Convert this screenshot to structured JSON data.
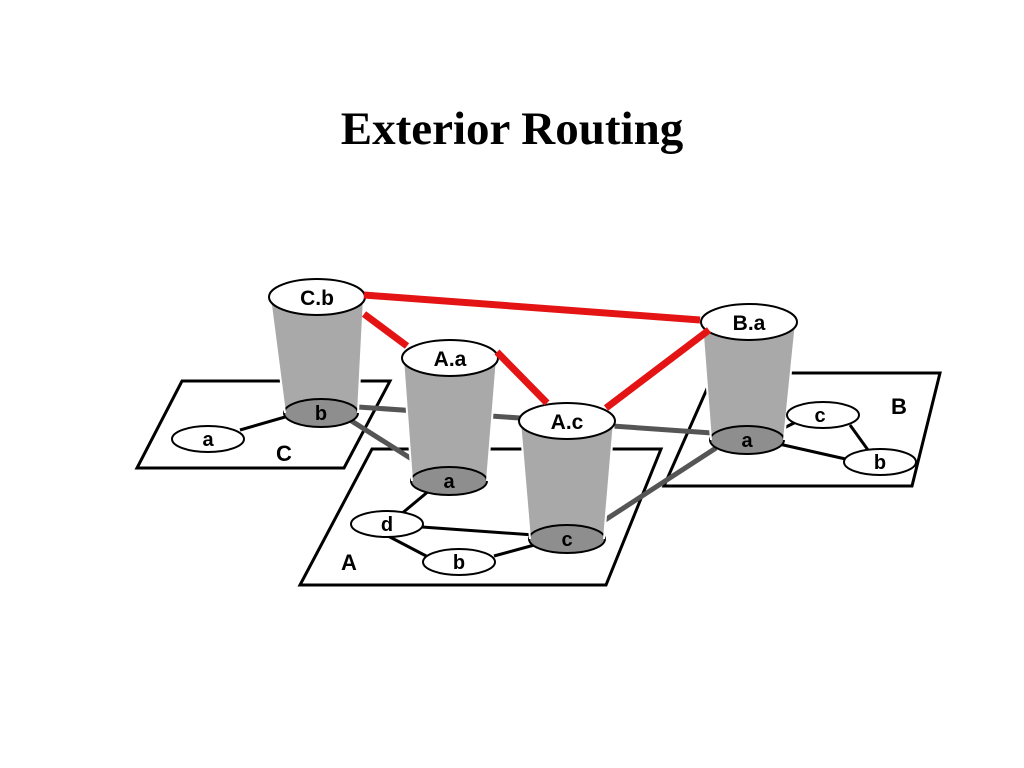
{
  "title": "Exterior Routing",
  "colors": {
    "background": "#ffffff",
    "exterior_link": "#e41414",
    "interior_link": "#555555",
    "router_cylinder": "#a9a9a9",
    "router_base": "#8e8e8e",
    "outline": "#000000"
  },
  "domains": {
    "A": {
      "label": "A"
    },
    "B": {
      "label": "B"
    },
    "C": {
      "label": "C"
    }
  },
  "nodes": {
    "C_a": "a",
    "C_b": "b",
    "A_a": "a",
    "A_b": "b",
    "A_c": "c",
    "A_d": "d",
    "B_a": "a",
    "B_b": "b",
    "B_c": "c"
  },
  "routers": {
    "Cb": "C.b",
    "Aa": "A.a",
    "Ac": "A.c",
    "Ba": "B.a"
  }
}
